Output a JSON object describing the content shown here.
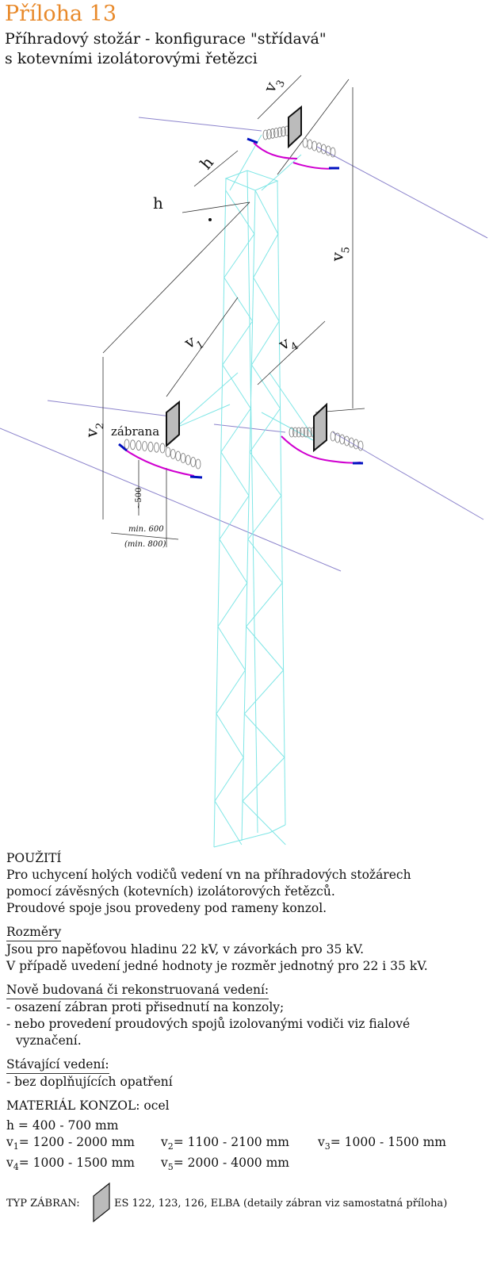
{
  "header": {
    "title": "Příloha 13",
    "subtitle_line1": "Příhradový stožár - konfigurace \"střídavá\"",
    "subtitle_line2": "s kotevními izolátorovými řetězci"
  },
  "drawing": {
    "labels": {
      "h1": "h",
      "h2": "h",
      "v1": "v",
      "v1_sub": "1",
      "v2": "v",
      "v2_sub": "2",
      "v3": "v",
      "v3_sub": "3",
      "v4": "v",
      "v4_sub": "4",
      "v5": "v",
      "v5_sub": "5",
      "barrier": "zábrana",
      "approx500": "~500",
      "min600": "min. 600",
      "min800": "(min. 800)"
    },
    "colors": {
      "tower": "#7fe6e6",
      "conductor": "#8c84cc",
      "jumper": "#d000d0",
      "insulated": "#0010c0",
      "dimension": "#333333"
    }
  },
  "text": {
    "usage_heading": "POUŽITÍ",
    "usage_lines": [
      "Pro uchycení holých vodičů vedení vn na příhradových stožárech",
      "pomocí závěsných (kotevních) izolátorových řetězců.",
      "Proudové spoje jsou provedeny pod rameny konzol."
    ],
    "dims_heading": "Rozměry",
    "dims_lines": [
      "Jsou pro napěťovou hladinu 22 kV, v závorkách pro 35 kV.",
      "V případě uvedení jedné hodnoty je rozměr jednotný pro 22 i 35 kV."
    ],
    "new_heading": "Nově budovaná či rekonstruovaná vedení:",
    "new_lines": [
      "- osazení zábran proti přisednutí na konzoly;",
      "- nebo provedení proudových spojů izolovanými vodiči viz fialové",
      "  vyznačení."
    ],
    "existing_heading": "Stávající vedení:",
    "existing_lines": [
      "- bez doplňujících opatření"
    ],
    "material": "MATERIÁL KONZOL: ocel",
    "h_value": "h = 400 - 700 mm",
    "values": [
      {
        "sym": "v",
        "sub": "1",
        "val": "= 1200 - 2000 mm"
      },
      {
        "sym": "v",
        "sub": "2",
        "val": "= 1100 - 2100 mm"
      },
      {
        "sym": "v",
        "sub": "3",
        "val": "= 1000 - 1500 mm"
      },
      {
        "sym": "v",
        "sub": "4",
        "val": "= 1000 - 1500 mm"
      },
      {
        "sym": "v",
        "sub": "5",
        "val": "= 2000 - 4000 mm"
      }
    ],
    "barrier_type_label": "TYP ZÁBRAN:",
    "barrier_type_value": "ES 122, 123, 126, ELBA (detaily zábran viz samostatná příloha)"
  }
}
